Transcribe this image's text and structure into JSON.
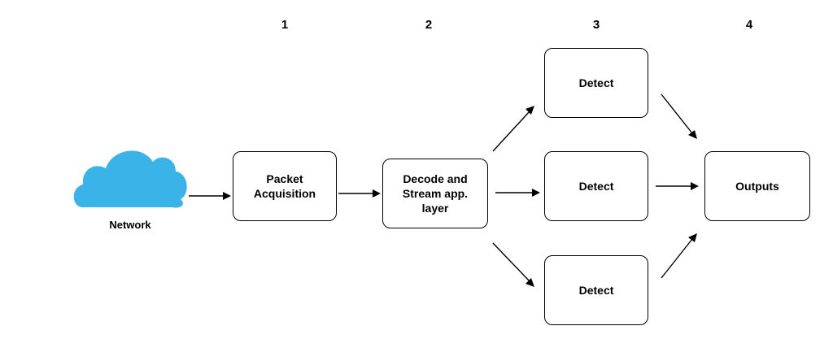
{
  "stages": [
    "1",
    "2",
    "3",
    "4"
  ],
  "source": {
    "label": "Network",
    "icon": "cloud-icon",
    "color": "#3ab4e8"
  },
  "nodes": {
    "packet": "Packet\nAcquisition",
    "decode": "Decode and\nStream app.\nlayer",
    "detect_top": "Detect",
    "detect_mid": "Detect",
    "detect_bottom": "Detect",
    "outputs": "Outputs"
  }
}
